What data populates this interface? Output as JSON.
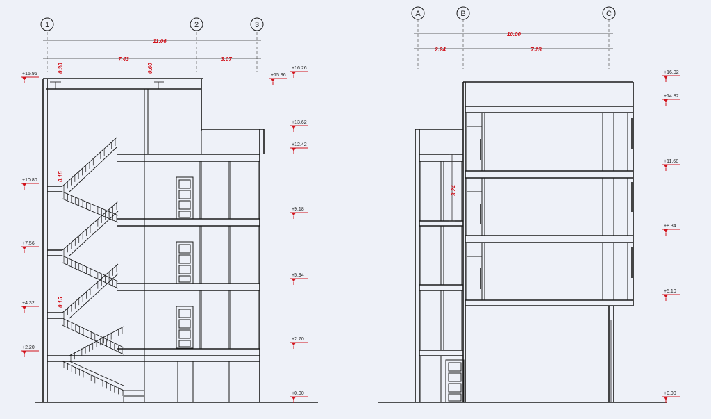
{
  "left_section": {
    "axes": [
      "1",
      "2",
      "3"
    ],
    "dims": {
      "total": "11.06",
      "span_12": "7.43",
      "span_23": "3.07",
      "parapet_a": "0.30",
      "parapet_b": "0.60",
      "slab_a": "0.15",
      "slab_b": "0.15"
    },
    "left_levels": [
      "+15.96",
      "+10.80",
      "+7.56",
      "+4.32",
      "+2.20"
    ],
    "right_levels": [
      "+15.96",
      "+16.26",
      "+13.62",
      "+12.42",
      "+9.18",
      "+5.94",
      "+2.70",
      "+0.00"
    ]
  },
  "right_section": {
    "axes": [
      "A",
      "B",
      "C"
    ],
    "dims": {
      "total": "10.00",
      "span_ab": "2.24",
      "span_bc": "7.28",
      "floor_height": "3.24"
    },
    "levels": [
      "+16.02",
      "+14.82",
      "+11.68",
      "+8.34",
      "+5.10",
      "+0.00"
    ]
  },
  "colors": {
    "background": "#eef1f8",
    "line": "#1a1a1a",
    "dimension_text": "#d2121b",
    "level_marker": "#d2121b"
  }
}
